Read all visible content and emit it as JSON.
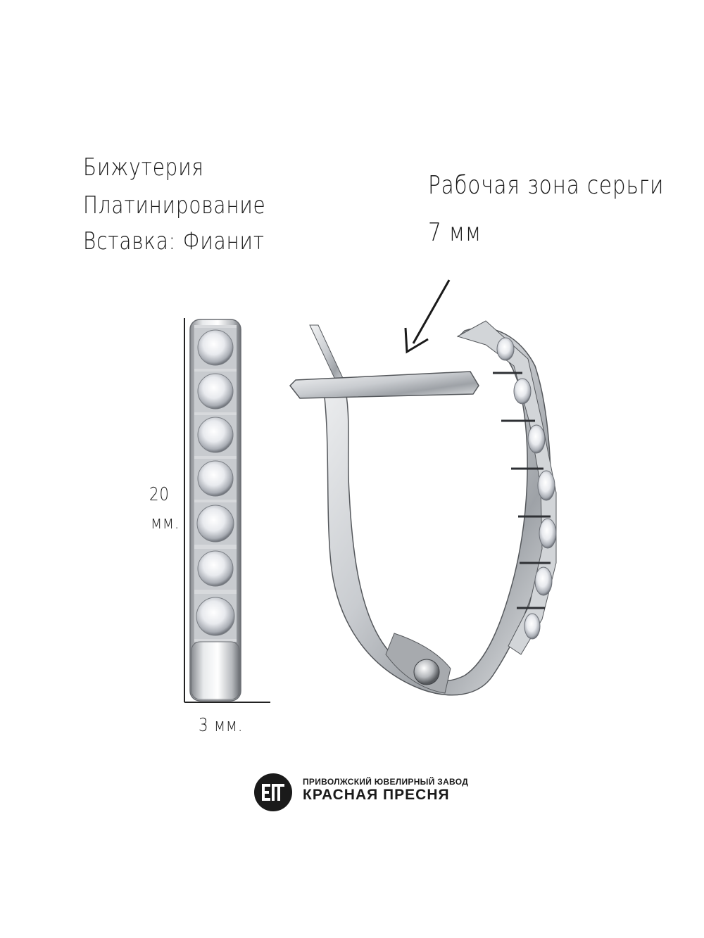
{
  "specs": [
    "Бижутерия",
    "Платинирование",
    "Вставка: Фианит"
  ],
  "working_zone": {
    "label": "Рабочая зона серьги",
    "value": "7 мм"
  },
  "dimensions": {
    "height_value": "20",
    "height_unit": "мм.",
    "width": "3 мм."
  },
  "logo": {
    "line1": "ПРИВОЛЖСКИЙ ЮВЕЛИРНЫЙ ЗАВОД",
    "line2": "КРАСНАЯ ПРЕСНЯ"
  }
}
